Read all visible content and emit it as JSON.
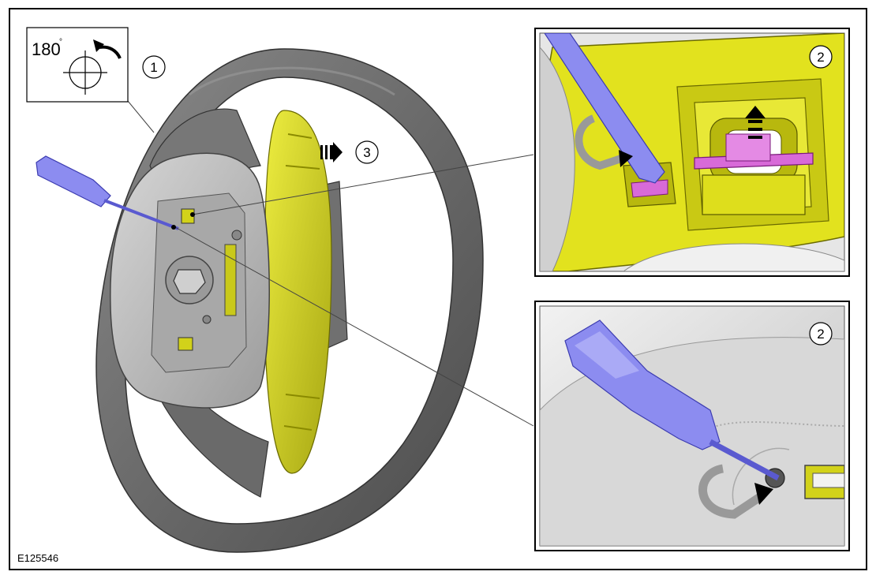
{
  "figure_id": "E125546",
  "rotation_icon": {
    "angle_text": "180",
    "degree_symbol": "°",
    "icon": "rotate-crosshair-icon"
  },
  "callouts": {
    "step1": "1",
    "step2_top": "2",
    "step2_bottom": "2",
    "step3": "3"
  },
  "colors": {
    "wheel": "#6f6f6f",
    "wheel_dark": "#4a4a4a",
    "hub": "#bdbdbd",
    "airbag": "#d8d81c",
    "airbag_dark": "#9e9e0e",
    "screwdriver": "#8c8cf0",
    "screwdriver_dark": "#5a5ad0",
    "clip": "#d86ad8",
    "border": "#000000"
  }
}
